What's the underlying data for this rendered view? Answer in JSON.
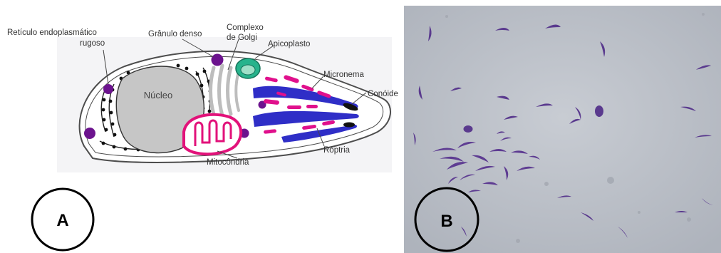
{
  "panel_a": {
    "labels": {
      "reticulo_line1": "Retículo endoplasmático",
      "reticulo_line2": "rugoso",
      "granulo": "Grânulo denso",
      "golgi_line1": "Complexo",
      "golgi_line2": "de Golgi",
      "apicoplasto": "Apicoplasto",
      "micronema": "Micronema",
      "conoide": "Conóide",
      "nucleo": "Núcleo",
      "roptria": "Róptria",
      "mitocondria": "Mitocôndria"
    },
    "letter": "A"
  },
  "panel_b": {
    "letter": "B"
  },
  "colors": {
    "membrane": "#4d4d4d",
    "nucleus_fill": "#c6c6c6",
    "granule": "#6c138e",
    "golgi": "#c9c9c9",
    "apicoplast": "#27b38c",
    "microneme": "#e0108c",
    "rhoptry": "#2f2ec7",
    "mitochondria": "#e2127a",
    "micrograph_bg": "#bcc0c8",
    "parasite": "#5a3a8e"
  }
}
